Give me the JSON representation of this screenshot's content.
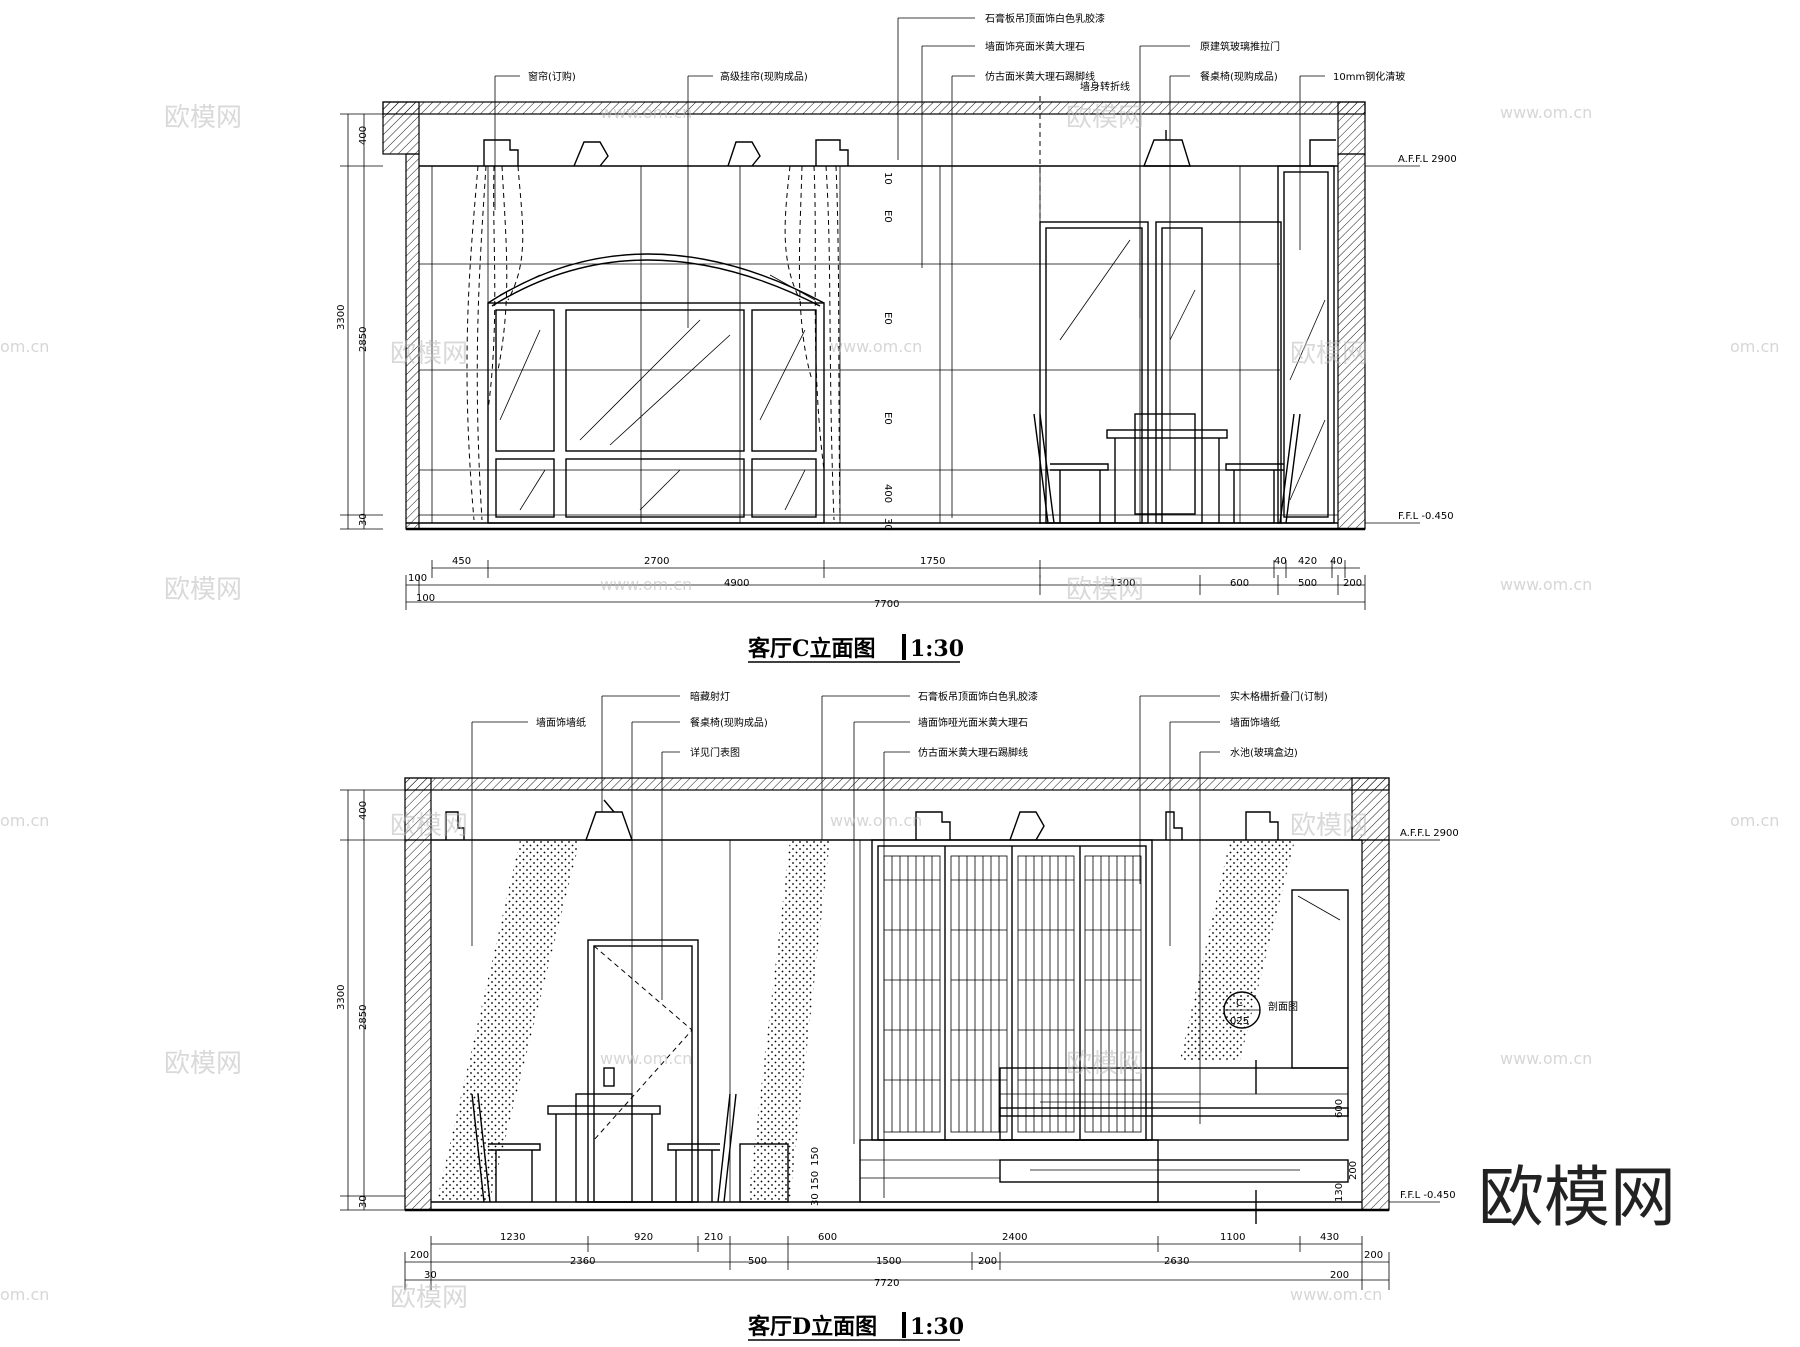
{
  "elevation_c": {
    "title": "客厅C立面图",
    "scale": "1:30",
    "labels": [
      "窗帘(订购)",
      "高级挂帘(现购成品)",
      "石膏板吊顶面饰白色乳胶漆",
      "墙面饰亮面米黄大理石",
      "仿古面米黄大理石踢脚线",
      "墙身转折线",
      "原建筑玻璃推拉门",
      "餐桌椅(现购成品)",
      "10mm钢化清玻"
    ],
    "levels": [
      "A.F.F.L 2900",
      "F.F.L -0.450"
    ],
    "vertical_dims": [
      "400",
      "3300",
      "2850",
      "30"
    ],
    "panel_dims": [
      "10",
      "E0",
      "E0",
      "E0",
      "400",
      "30"
    ],
    "dims_row1": [
      "450",
      "2700",
      "1750",
      "40",
      "420",
      "40"
    ],
    "dims_row2": [
      "100",
      "4900",
      "1300",
      "600",
      "500",
      "200"
    ],
    "dims_row2_left": "100",
    "total": "7700"
  },
  "elevation_d": {
    "title": "客厅D立面图",
    "scale": "1:30",
    "labels": [
      "暗藏射灯",
      "墙面饰墙纸",
      "餐桌椅(现购成品)",
      "详见门表图",
      "石膏板吊顶面饰白色乳胶漆",
      "墙面饰哑光面米黄大理石",
      "仿古面米黄大理石踢脚线",
      "实木格栅折叠门(订制)",
      "墙面饰墙纸",
      "水池(玻璃盒边)"
    ],
    "levels": [
      "A.F.F.L 2900",
      "F.F.L -0.450"
    ],
    "vertical_dims": [
      "400",
      "3300",
      "2850",
      "30"
    ],
    "right_dims": [
      "600",
      "200",
      "130"
    ],
    "step_dims": [
      "150",
      "150",
      "30"
    ],
    "callout_top": "C",
    "callout_bottom": "025",
    "callout_note": "剖面图",
    "dims_row1": [
      "1230",
      "920",
      "210",
      "600",
      "2400",
      "1100",
      "430"
    ],
    "dims_row2": [
      "200",
      "2360",
      "500",
      "1500",
      "200",
      "2630",
      "200"
    ],
    "dims_row2_edges": [
      "30",
      "200"
    ],
    "total": "7720"
  },
  "watermark": {
    "text": "欧模网",
    "url": "www.om.cn",
    "url_short": "om.cn"
  },
  "logo": "欧模网"
}
